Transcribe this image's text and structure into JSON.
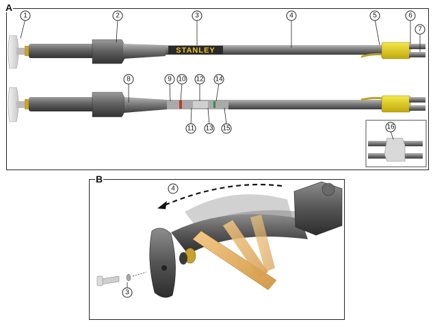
{
  "panels": {
    "a_label": "A",
    "b_label": "B"
  },
  "brand": "STANLEY",
  "callouts": {
    "c1": "1",
    "c2": "2",
    "c3": "3",
    "c4": "4",
    "c5": "5",
    "c6": "6",
    "c7": "7",
    "c8": "8",
    "c9": "9",
    "c10": "10",
    "c11": "11",
    "c12": "12",
    "c13": "13",
    "c14": "14",
    "c15": "15",
    "c16": "16",
    "b3": "3",
    "b4": "4"
  },
  "colors": {
    "tube": "#8a8a8a",
    "tube_dark": "#4a4a4a",
    "handle": "#6e6e6e",
    "yellow": "#e8d21a",
    "wood": "#e8b86a",
    "rubber": "#e2e2e2"
  }
}
